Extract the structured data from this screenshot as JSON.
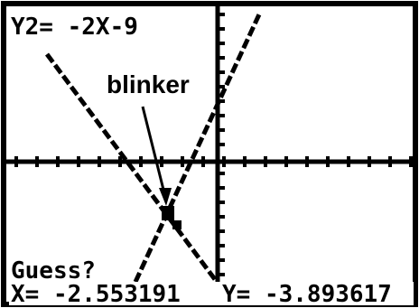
{
  "screen": {
    "equation_label": "Y2= -2X-9",
    "prompt": "Guess?",
    "x_readout": "X= -2.553191",
    "y_readout": "Y= -3.893617"
  },
  "annotation": {
    "callout_text": "blinker"
  },
  "colors": {
    "ink": "#000000",
    "background": "#ffffff"
  }
}
